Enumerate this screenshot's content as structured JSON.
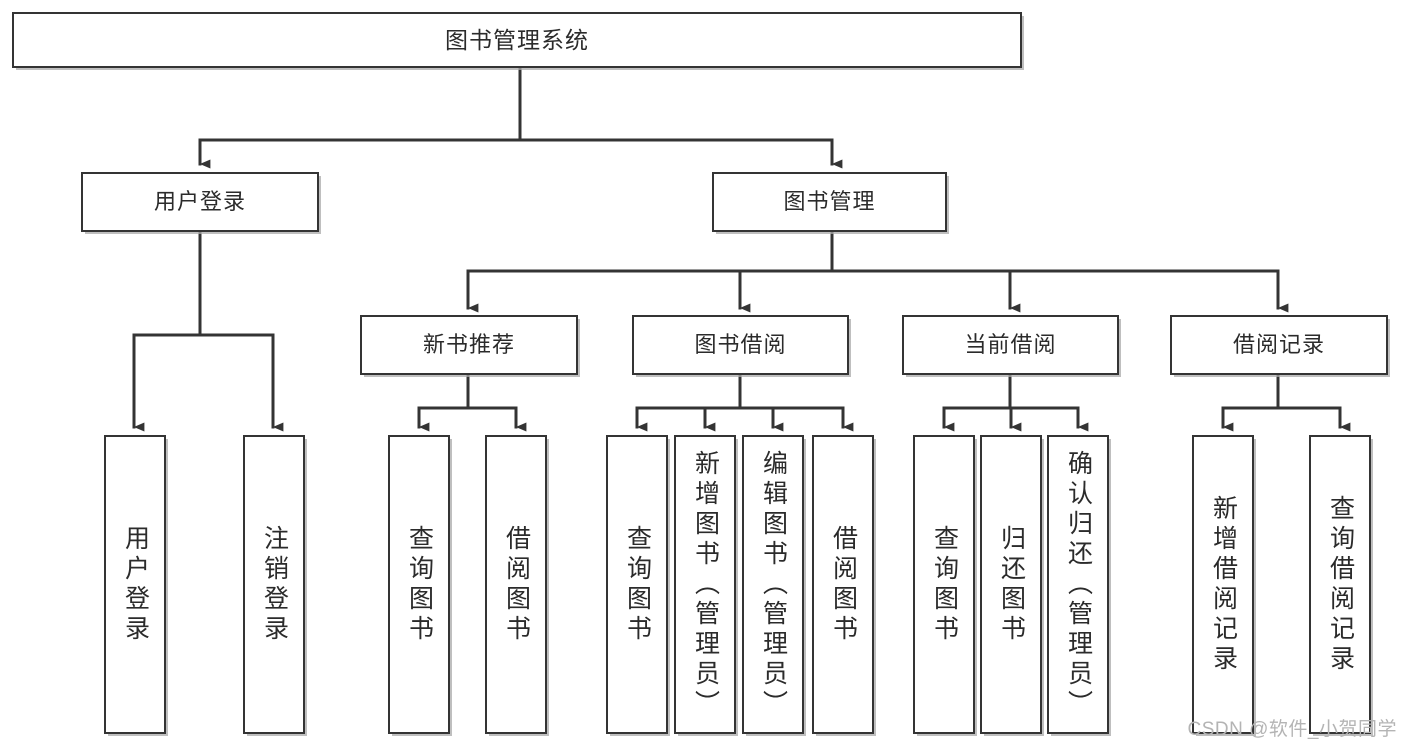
{
  "diagram": {
    "type": "tree-hierarchy",
    "title": "图书管理系统",
    "watermark": "CSDN @软件_小贺同学",
    "colors": {
      "stroke": "#343434",
      "box_fill": "#ffffff",
      "text": "#2b2b2b",
      "shadow": "#aaaaaa",
      "watermark": "#b4b4b4",
      "background": "#ffffff"
    },
    "nodes": {
      "root": {
        "label": "图书管理系统"
      },
      "level2": [
        {
          "id": "user-login",
          "label": "用户登录"
        },
        {
          "id": "book-manage",
          "label": "图书管理"
        }
      ],
      "level3": [
        {
          "id": "new-book-recommend",
          "label": "新书推荐"
        },
        {
          "id": "book-borrow",
          "label": "图书借阅"
        },
        {
          "id": "current-borrow",
          "label": "当前借阅"
        },
        {
          "id": "borrow-record",
          "label": "借阅记录"
        }
      ],
      "leaves": {
        "user-login": [
          {
            "id": "leaf-user-login",
            "label": "用户登录"
          },
          {
            "id": "leaf-logout",
            "label": "注销登录"
          }
        ],
        "new-book-recommend": [
          {
            "id": "leaf-query-book-1",
            "label": "查询图书"
          },
          {
            "id": "leaf-borrow-book-1",
            "label": "借阅图书"
          }
        ],
        "book-borrow": [
          {
            "id": "leaf-query-book-2",
            "label": "查询图书"
          },
          {
            "id": "leaf-add-book",
            "label": "新增图书（管理员）"
          },
          {
            "id": "leaf-edit-book",
            "label": "编辑图书（管理员）"
          },
          {
            "id": "leaf-borrow-book-2",
            "label": "借阅图书"
          }
        ],
        "current-borrow": [
          {
            "id": "leaf-query-book-3",
            "label": "查询图书"
          },
          {
            "id": "leaf-return-book",
            "label": "归还图书"
          },
          {
            "id": "leaf-confirm-return",
            "label": "确认归还（管理员）"
          }
        ],
        "borrow-record": [
          {
            "id": "leaf-add-record",
            "label": "新增借阅记录"
          },
          {
            "id": "leaf-query-record",
            "label": "查询借阅记录"
          }
        ]
      }
    }
  }
}
